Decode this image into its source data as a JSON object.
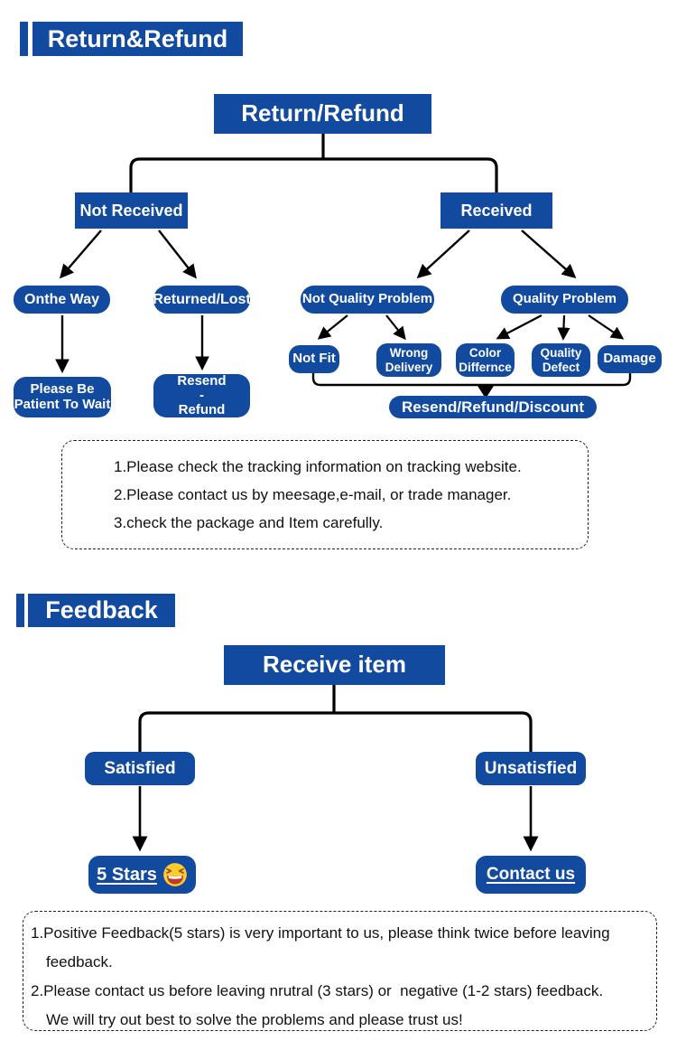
{
  "brand": {
    "blue": "#114a9f",
    "line_black": "#000000",
    "text_white": "#ffffff"
  },
  "icons": {
    "five_stars_emoji": "laughing-face"
  },
  "return_section": {
    "header": "Return&Refund",
    "root": "Return/Refund",
    "branch_left": "Not Received",
    "branch_right": "Received",
    "onthe_way": "Onthe Way",
    "returned_lost": "Returned/Lost",
    "not_quality_problem": "Not Quality Problem",
    "quality_problem": "Quality Problem",
    "not_fit": "Not Fit",
    "wrong_delivery": "Wrong\nDelivery",
    "color_differnce": "Color\nDiffernce",
    "quality_defect": "Quality\nDefect",
    "damage": "Damage",
    "please_wait": "Please Be\nPatient To Wait",
    "resend_refund": "Resend\n-\nRefund",
    "resolution": "Resend/Refund/Discount",
    "notes": [
      "1.Please check the tracking information on tracking website.",
      "2.Please contact us by meesage,e-mail, or trade manager.",
      "3.check the package and Item carefully."
    ]
  },
  "feedback_section": {
    "header": "Feedback",
    "root": "Receive item",
    "satisfied": "Satisfied",
    "unsatisfied": "Unsatisfied",
    "five_stars": "5 Stars",
    "contact_us": "Contact us",
    "notes": [
      "1.Positive Feedback(5 stars) is very important to us, please think twice before leaving",
      "feedback.",
      "2.Please contact us before leaving nrutral (3 stars) or  negative (1-2 stars) feedback.",
      "We will try out best to solve the problems and please trust us!"
    ]
  }
}
